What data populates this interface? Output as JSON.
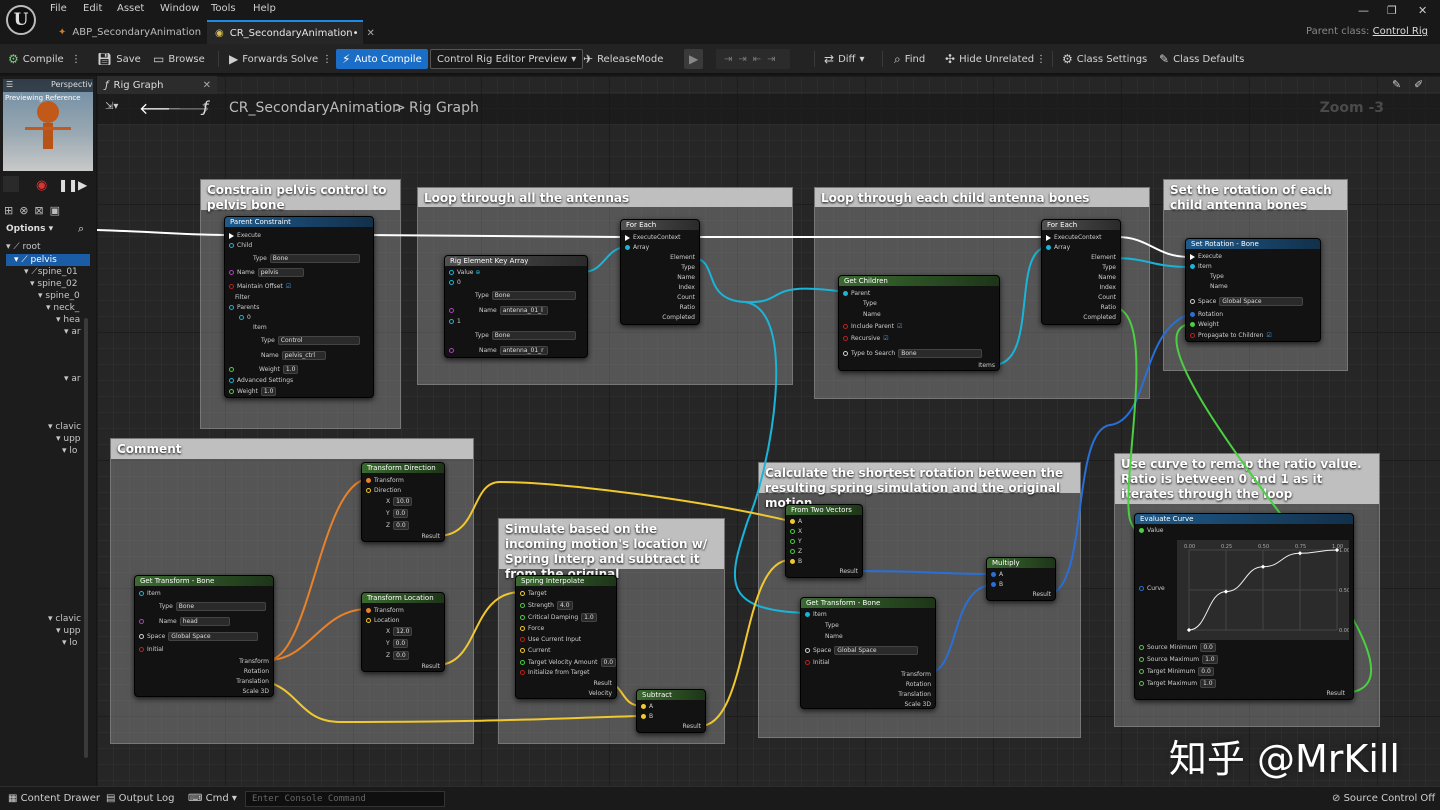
{
  "menu": {
    "items": [
      "File",
      "Edit",
      "Asset",
      "Window",
      "Tools",
      "Help"
    ]
  },
  "tabs": [
    {
      "label": "ABP_SecondaryAnimation"
    },
    {
      "label": "CR_SecondaryAnimation•"
    }
  ],
  "parent_class": {
    "label": "Parent class:",
    "value": "Control Rig"
  },
  "toolbar": {
    "compile": "Compile",
    "save": "Save",
    "browse": "Browse",
    "forwards_solve": "Forwards Solve",
    "auto_compile": "Auto Compile",
    "preview": "Control Rig Editor Preview",
    "release_mode": "ReleaseMode",
    "diff": "Diff",
    "find": "Find",
    "hide_unrelated": "Hide Unrelated",
    "class_settings": "Class Settings",
    "class_defaults": "Class Defaults"
  },
  "viewport": {
    "tab": "Perspective",
    "label": "Previewing Reference"
  },
  "hierarchy": {
    "options": "Options",
    "items": [
      "root",
      "pelvis",
      "spine_01",
      "spine_02",
      "spine_0",
      "neck_",
      "hea",
      "ar",
      "ar",
      "clavic",
      "upp",
      "lo",
      "clavic",
      "upp",
      "lo"
    ]
  },
  "graph": {
    "tab": "Rig Graph",
    "breadcrumb_root": "CR_SecondaryAnimation",
    "breadcrumb_sep": ">",
    "breadcrumb_leaf": "Rig Graph",
    "zoom": "Zoom -3"
  },
  "comments": {
    "c1": "Constrain pelvis control to pelvis bone",
    "c2": "Loop through all the antennas",
    "c3": "Loop through each child antenna bones",
    "c4": "Set the rotation of each child antenna bones",
    "c5": "Comment",
    "c6": "Simulate based on the incoming motion's location w/ Spring Interp and subtract it from the original",
    "c7": "Calculate the shortest rotation between the resulting spring simulation and the original motion",
    "c8": "Use curve to remap the ratio value. Ratio is between 0 and 1 as it iterates through the loop"
  },
  "nodes": {
    "parent_constraint": {
      "title": "Parent Constraint",
      "rows": [
        "Execute",
        "Child",
        "Type",
        "Name",
        "Maintain Offset",
        "Filter",
        "Parents",
        "0",
        "Item",
        "Type",
        "Name",
        "Weight",
        "Advanced Settings",
        "Weight"
      ],
      "type_val": "Bone",
      "name_val": "pelvis",
      "type2_val": "Control",
      "name2_val": "pelvis_ctrl",
      "weight_val": "1.0",
      "weight2_val": "1.0"
    },
    "rig_key_array": {
      "title": "Rig Element Key Array",
      "rows": [
        "Value",
        "0",
        "Type",
        "Name",
        "1",
        "Type",
        "Name"
      ],
      "type_val": "Bone",
      "name_val": "antenna_01_l",
      "type2_val": "Bone",
      "name2_val": "antenna_01_r"
    },
    "for_each_1": {
      "title": "For Each",
      "rows": [
        "ExecuteContext",
        "Array",
        "Element",
        "Type",
        "Name",
        "Index",
        "Count",
        "Ratio",
        "Completed"
      ]
    },
    "get_children": {
      "title": "Get Children",
      "rows": [
        "Parent",
        "Type",
        "Name",
        "Include Parent",
        "Recursive",
        "Type to Search",
        "Items"
      ],
      "type_search_val": "Bone"
    },
    "for_each_2": {
      "title": "For Each",
      "rows": [
        "ExecuteContext",
        "Array",
        "Element",
        "Type",
        "Name",
        "Index",
        "Count",
        "Ratio",
        "Completed"
      ]
    },
    "set_rotation": {
      "title": "Set Rotation - Bone",
      "rows": [
        "Execute",
        "Item",
        "Type",
        "Name",
        "Space",
        "Rotation",
        "Weight",
        "Propagate to Children"
      ],
      "space_val": "Global Space"
    },
    "transform_direction": {
      "title": "Transform Direction",
      "rows": [
        "Transform",
        "Direction",
        "X",
        "Y",
        "Z",
        "Result"
      ],
      "x": "10.0",
      "y": "0.0",
      "z": "0.0"
    },
    "get_transform_1": {
      "title": "Get Transform - Bone",
      "rows": [
        "Item",
        "Type",
        "Name",
        "Space",
        "Initial",
        "Transform",
        "Rotation",
        "Translation",
        "Scale 3D"
      ],
      "type_val": "Bone",
      "name_val": "head",
      "space_val": "Global Space"
    },
    "transform_location": {
      "title": "Transform Location",
      "rows": [
        "Transform",
        "Location",
        "X",
        "Y",
        "Z",
        "Result"
      ],
      "x": "12.0",
      "y": "0.0",
      "z": "0.0"
    },
    "spring_interp": {
      "title": "Spring Interpolate",
      "rows": [
        "Target",
        "Strength",
        "Critical Damping",
        "Force",
        "Use Current Input",
        "Current",
        "Target Velocity Amount",
        "Initialize from Target",
        "Result",
        "Velocity"
      ],
      "strength": "4.0",
      "damping": "1.0",
      "tva": "0.0"
    },
    "subtract": {
      "title": "Subtract",
      "rows": [
        "A",
        "B",
        "Result"
      ]
    },
    "from_two_vectors": {
      "title": "From Two Vectors",
      "rows": [
        "A",
        "X",
        "Y",
        "Z",
        "B",
        "Result"
      ]
    },
    "get_transform_2": {
      "title": "Get Transform - Bone",
      "rows": [
        "Item",
        "Type",
        "Name",
        "Space",
        "Initial",
        "Transform",
        "Rotation",
        "Translation",
        "Scale 3D"
      ],
      "space_val": "Global Space"
    },
    "multiply": {
      "title": "Multiply",
      "rows": [
        "A",
        "B",
        "Result"
      ]
    },
    "evaluate_curve": {
      "title": "Evaluate Curve",
      "rows": [
        "Value",
        "Curve",
        "Source Minimum",
        "Source Maximum",
        "Target Minimum",
        "Target Maximum",
        "Result"
      ],
      "smin": "0.0",
      "smax": "1.0",
      "tmin": "0.0",
      "tmax": "1.0",
      "ticks_x": [
        "0.00",
        "0.25",
        "0.50",
        "0.75",
        "1.00"
      ],
      "ticks_y": [
        "1.00",
        "0.50",
        "0.00"
      ],
      "curve": [
        [
          0,
          0
        ],
        [
          0.25,
          0.48
        ],
        [
          0.5,
          0.79
        ],
        [
          0.75,
          0.96
        ],
        [
          1,
          1
        ]
      ]
    }
  },
  "status": {
    "content_drawer": "Content Drawer",
    "output_log": "Output Log",
    "cmd": "Cmd",
    "console_placeholder": "Enter Console Command",
    "source_control": "Source Control Off"
  },
  "watermark": "知乎 @MrKill",
  "colors": {
    "exec": "#ffffff",
    "orange": "#e8822a",
    "yellow": "#f0c830",
    "cyan": "#1ab4d8",
    "blue": "#2a6fd6",
    "green": "#4ad040",
    "accent": "#1a6ec8"
  }
}
